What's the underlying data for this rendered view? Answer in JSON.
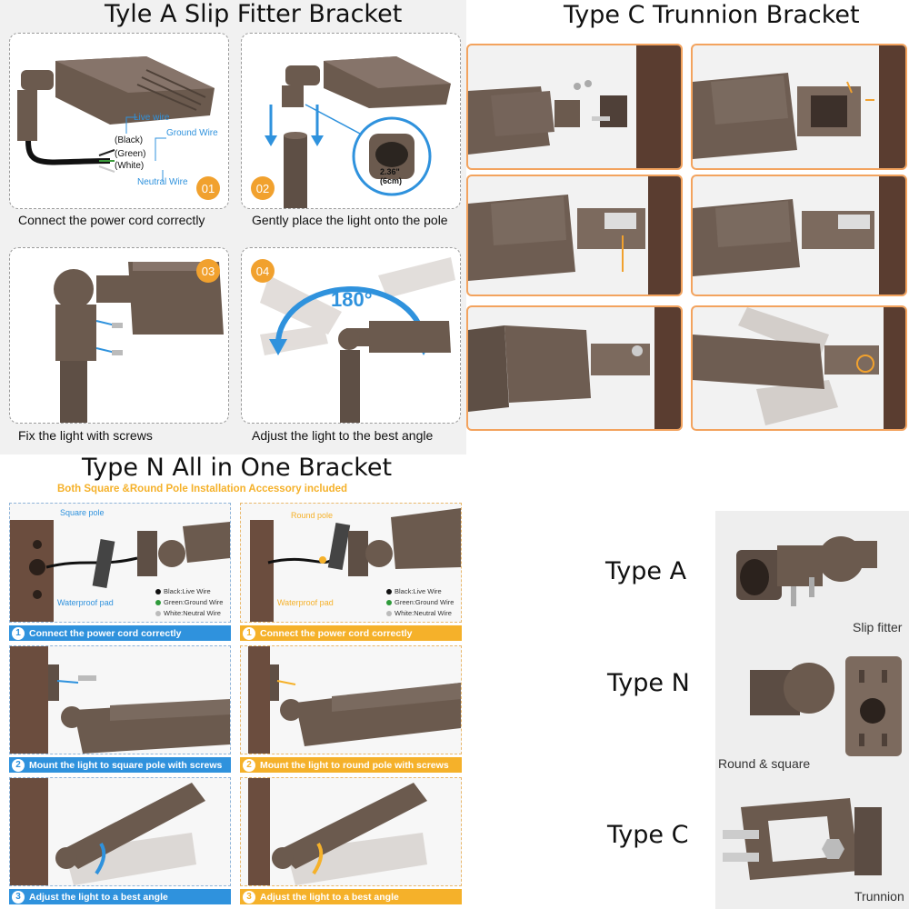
{
  "type_a": {
    "title": "Tyle A Slip Fitter Bracket",
    "steps": [
      {
        "num": "01",
        "caption": "Connect the power cord correctly"
      },
      {
        "num": "02",
        "caption": "Gently place the light onto the pole"
      },
      {
        "num": "03",
        "caption": "Fix the light with screws"
      },
      {
        "num": "04",
        "caption": "Adjust the light to the best angle"
      }
    ],
    "wires": {
      "live": "Live wire",
      "ground": "Ground Wire",
      "neutral": "Neutral Wire",
      "black": "(Black)",
      "green": "(Green)",
      "white": "(White)"
    },
    "dimension": "2.36\"",
    "dimension_cm": "(6cm)",
    "angle": "180°"
  },
  "type_c": {
    "title": "Type C Trunnion Bracket"
  },
  "type_n": {
    "title": "Type N All in One Bracket",
    "subtitle": "Both Square &Round Pole Installation Accessory included",
    "square_pole": "Square pole",
    "round_pole": "Round pole",
    "waterproof_pad": "Waterproof pad",
    "legend": [
      "Black:Live Wire",
      "Green:Ground Wire",
      "White:Neutral Wire"
    ],
    "steps_left": [
      {
        "num": "1",
        "label": "Connect the power cord correctly"
      },
      {
        "num": "2",
        "label": "Mount the light to square pole with screws"
      },
      {
        "num": "3",
        "label": "Adjust the light to a best angle"
      }
    ],
    "steps_right": [
      {
        "num": "1",
        "label": "Connect the power cord correctly"
      },
      {
        "num": "2",
        "label": "Mount the light to round pole with screws"
      },
      {
        "num": "3",
        "label": "Adjust the light to a best angle"
      }
    ]
  },
  "types": [
    {
      "name": "Type A",
      "sub": "Slip fitter"
    },
    {
      "name": "Type N",
      "sub": "Round & square"
    },
    {
      "name": "Type C",
      "sub": "Trunnion"
    }
  ],
  "colors": {
    "orange": "#f1a12e",
    "blue": "#2f92dd",
    "yellow": "#f5b12a",
    "housing": "#6b5a4e"
  }
}
